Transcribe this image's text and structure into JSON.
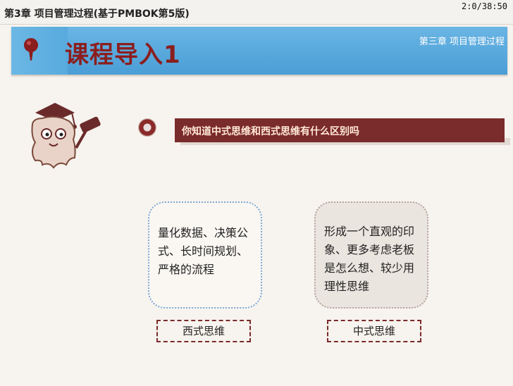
{
  "topbar": {
    "chapter_title": "第3章 项目管理过程(基于PMBOK第5版)",
    "playback_time": "2:0/38:50"
  },
  "banner": {
    "title": "课程导入1",
    "subtitle": "第三章  项目管理过程"
  },
  "question": {
    "text": "你知道中式思维和西式思维有什么区别吗"
  },
  "cards": [
    {
      "text": "量化数据、决策公式、长时间规划、严格的流程",
      "label": "西式思维"
    },
    {
      "text": "形成一个直观的印象、更多考虑老板是怎么想、较少用理性思维",
      "label": "中式思维"
    }
  ],
  "colors": {
    "banner_blue": "#4a9ed6",
    "accent_red": "#7a2b2b",
    "title_red": "#8b1e1e"
  }
}
